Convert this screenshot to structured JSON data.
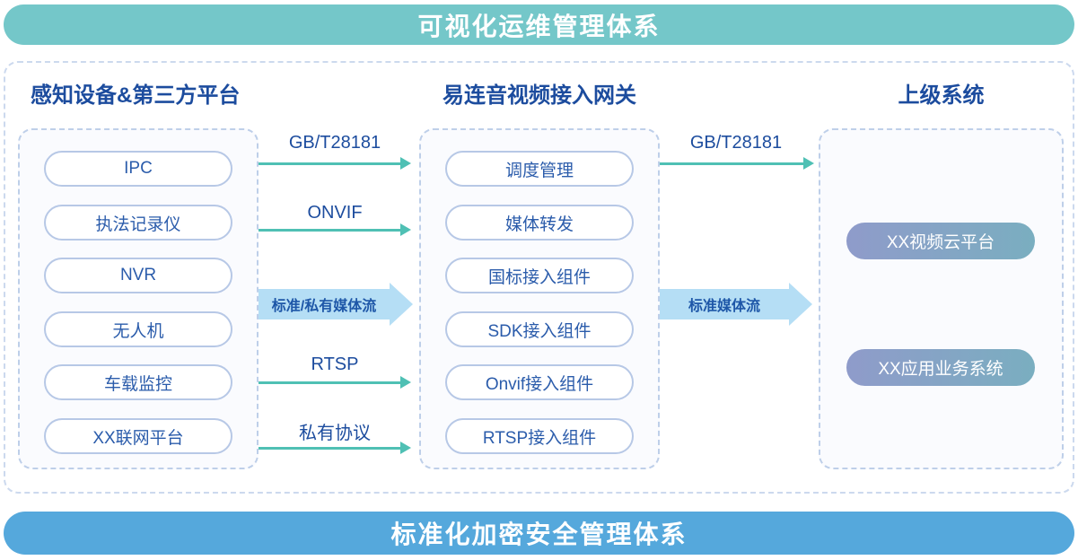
{
  "banners": {
    "top": "可视化运维管理体系",
    "bottom": "标准化加密安全管理体系"
  },
  "columns": {
    "devices": {
      "title": "感知设备&第三方平台",
      "items": [
        "IPC",
        "执法记录仪",
        "NVR",
        "无人机",
        "车载监控",
        "XX联网平台"
      ]
    },
    "gateway": {
      "title": "易连音视频接入网关",
      "items": [
        "调度管理",
        "媒体转发",
        "国标接入组件",
        "SDK接入组件",
        "Onvif接入组件",
        "RTSP接入组件"
      ]
    },
    "upper": {
      "title": "上级系统",
      "items": [
        "XX视频云平台",
        "XX应用业务系统"
      ]
    }
  },
  "flows": {
    "devices_to_gateway": {
      "gbt28181": "GB/T28181",
      "onvif": "ONVIF",
      "media_stream": "标准/私有媒体流",
      "rtsp": "RTSP",
      "private_protocol": "私有协议"
    },
    "gateway_to_upper": {
      "gbt28181": "GB/T28181",
      "media_stream": "标准媒体流"
    }
  },
  "colors": {
    "top_banner": "#74c7c9",
    "bottom_banner": "#55a8dc",
    "heading_text": "#1c4c9e",
    "pill_text": "#2b5cab",
    "pill_border": "#b7c8e6",
    "dashed_border": "#becfe9",
    "thin_arrow": "#4fc0b4",
    "thick_arrow": "#b5def5",
    "gradient_pill_start": "#8f9bca",
    "gradient_pill_end": "#7aaec0"
  }
}
